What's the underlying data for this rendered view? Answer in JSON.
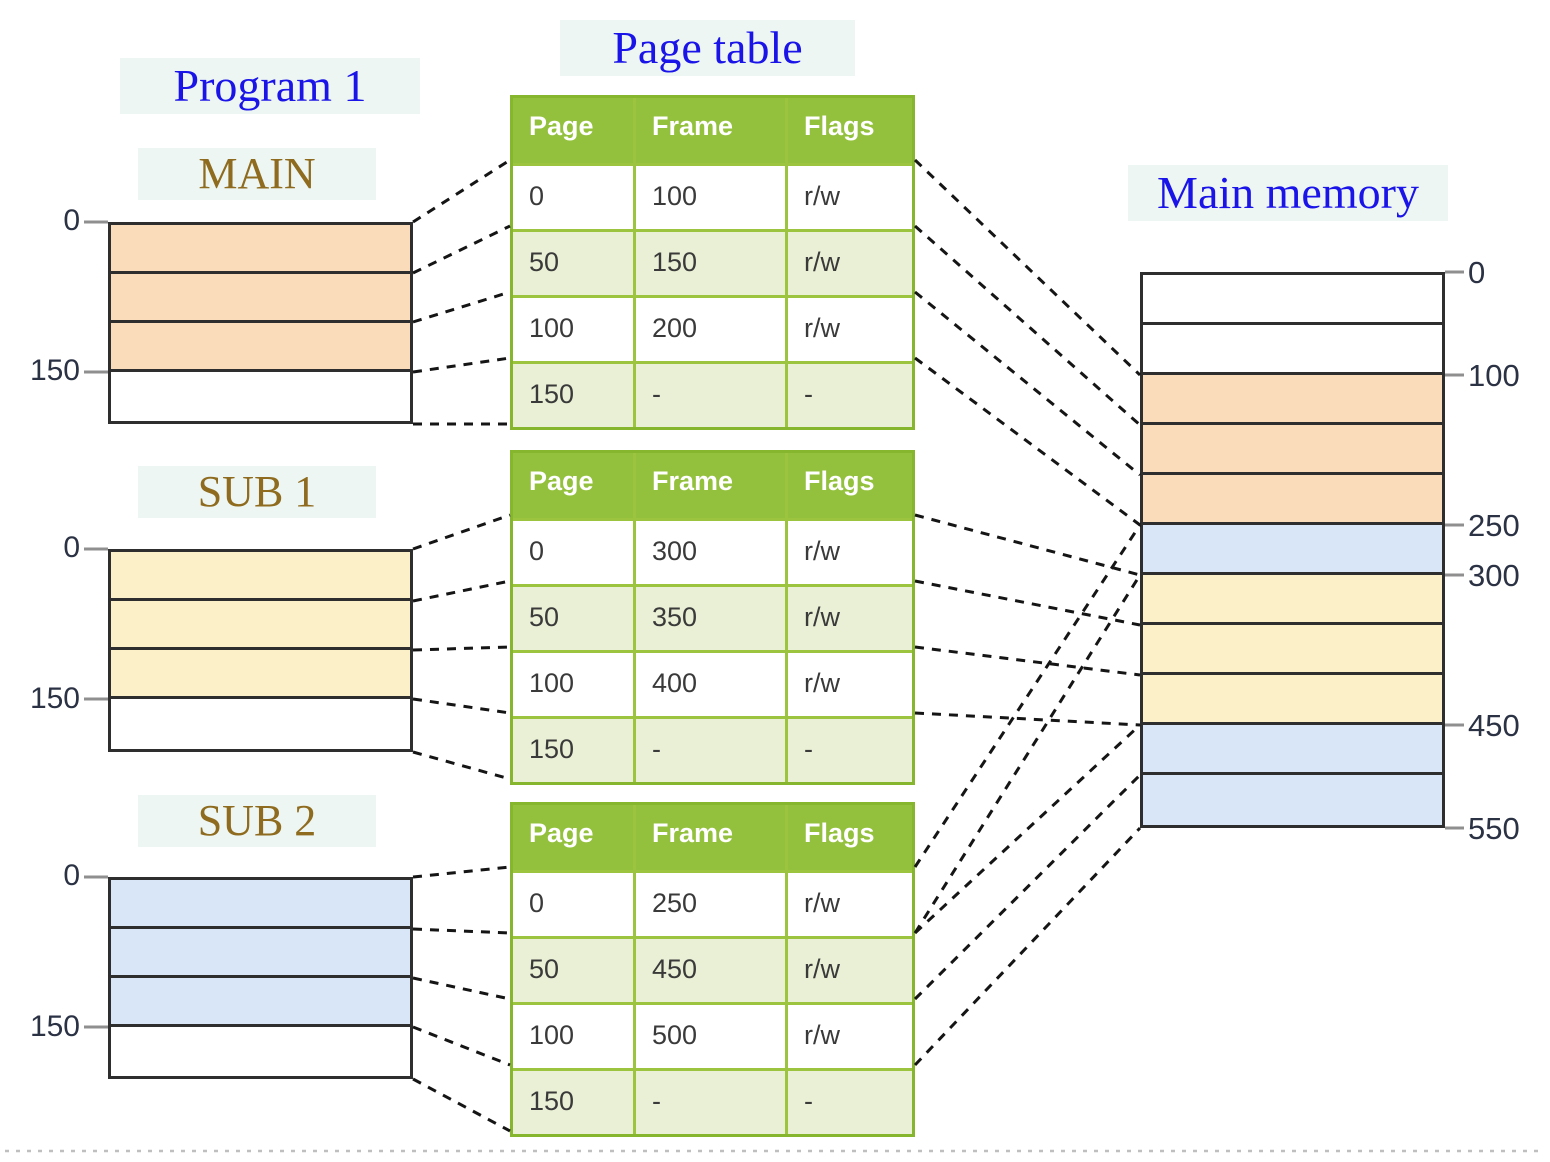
{
  "titles": {
    "program": "Program 1",
    "page_table": "Page table",
    "main_memory": "Main memory"
  },
  "modules": [
    {
      "name": "MAIN",
      "addr_top": "0",
      "addr_mid": "150",
      "segments": [
        "peach",
        "peach",
        "peach",
        "white"
      ]
    },
    {
      "name": "SUB 1",
      "addr_top": "0",
      "addr_mid": "150",
      "segments": [
        "yellow",
        "yellow",
        "yellow",
        "white"
      ]
    },
    {
      "name": "SUB 2",
      "addr_top": "0",
      "addr_mid": "150",
      "segments": [
        "blue",
        "blue",
        "blue",
        "white"
      ]
    }
  ],
  "page_tables": [
    {
      "headers": [
        "Page",
        "Frame",
        "Flags"
      ],
      "rows": [
        [
          "0",
          "100",
          "r/w"
        ],
        [
          "50",
          "150",
          "r/w"
        ],
        [
          "100",
          "200",
          "r/w"
        ],
        [
          "150",
          "-",
          "-"
        ]
      ]
    },
    {
      "headers": [
        "Page",
        "Frame",
        "Flags"
      ],
      "rows": [
        [
          "0",
          "300",
          "r/w"
        ],
        [
          "50",
          "350",
          "r/w"
        ],
        [
          "100",
          "400",
          "r/w"
        ],
        [
          "150",
          "-",
          "-"
        ]
      ]
    },
    {
      "headers": [
        "Page",
        "Frame",
        "Flags"
      ],
      "rows": [
        [
          "0",
          "250",
          "r/w"
        ],
        [
          "50",
          "450",
          "r/w"
        ],
        [
          "100",
          "500",
          "r/w"
        ],
        [
          "150",
          "-",
          "-"
        ]
      ]
    }
  ],
  "memory": {
    "address_labels": [
      "0",
      "100",
      "250",
      "300",
      "450",
      "550"
    ],
    "segment_fills": [
      "white",
      "white",
      "peach",
      "peach",
      "peach",
      "blue",
      "yellow",
      "yellow",
      "yellow",
      "blue",
      "blue"
    ]
  },
  "colors": {
    "peach": "#fbdcba",
    "yellow": "#fcf0c8",
    "blue": "#d9e6f7",
    "white": "#ffffff",
    "title_blue": "#1a14e8",
    "module_brown": "#8e6b1f",
    "table_header_green": "#94c13d",
    "table_row_alt": "#e9f0d5",
    "table_border_green": "#9dc43f",
    "address_text": "#2b3244",
    "connector_black": "#151515"
  }
}
